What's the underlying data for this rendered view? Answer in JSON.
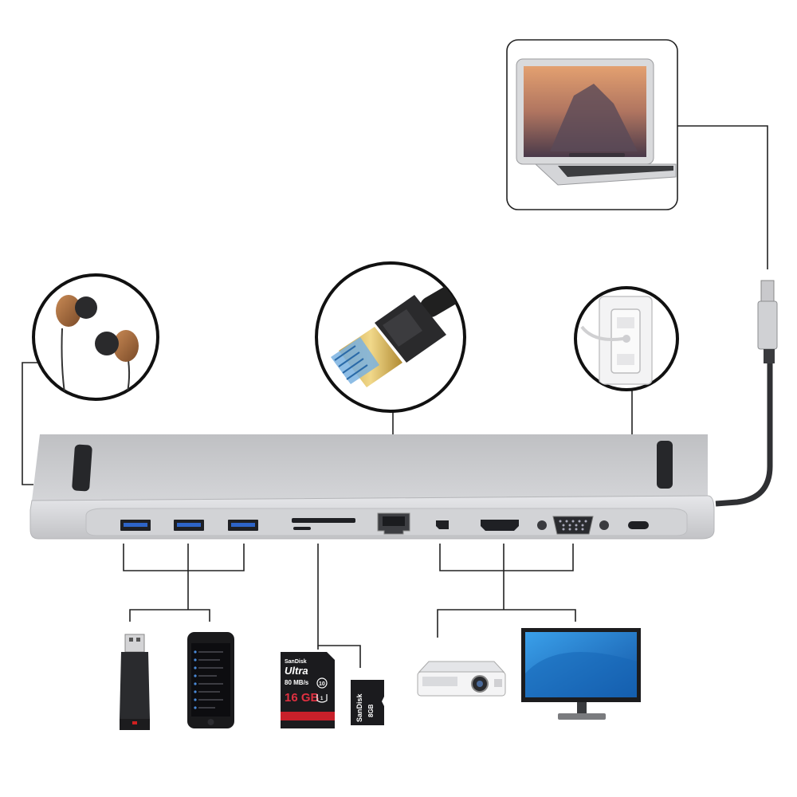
{
  "colors": {
    "hub_body": "#c9cacc",
    "hub_front": "#dcdde0",
    "port_dark": "#202226",
    "usb_blue": "#2e64c8",
    "cable": "#2f3033",
    "line": "#222222",
    "sd_red": "#c8202a",
    "monitor_screen": "#1e7fd0"
  },
  "hub": {
    "ports": [
      {
        "name": "usb-a-1",
        "icon": "usb-a-port-icon"
      },
      {
        "name": "usb-a-2",
        "icon": "usb-a-port-icon"
      },
      {
        "name": "usb-a-3",
        "icon": "usb-a-port-icon"
      },
      {
        "name": "sd-card-slot",
        "icon": "sd-slot-icon"
      },
      {
        "name": "micro-sd-slot",
        "icon": "micro-sd-slot-icon"
      },
      {
        "name": "ethernet-port",
        "icon": "rj45-port-icon"
      },
      {
        "name": "mini-displayport",
        "icon": "mini-dp-port-icon"
      },
      {
        "name": "hdmi-port",
        "icon": "hdmi-port-icon"
      },
      {
        "name": "vga-port",
        "icon": "vga-port-icon"
      },
      {
        "name": "usb-c-port",
        "icon": "usb-c-port-icon"
      }
    ]
  },
  "sd_card": {
    "brand": "SanDisk",
    "line": "Ultra",
    "speed": "80 MB/s",
    "capacity": "16 GB",
    "class_mark": "10",
    "uhs_mark": "1"
  },
  "micro_sd": {
    "brand": "SanDisk",
    "capacity": "8GB"
  },
  "peripherals": [
    {
      "name": "laptop",
      "icon": "laptop-icon"
    },
    {
      "name": "earphones",
      "icon": "earphones-icon"
    },
    {
      "name": "ethernet-cable",
      "icon": "ethernet-cable-icon"
    },
    {
      "name": "power-outlet",
      "icon": "usb-c-power-icon"
    },
    {
      "name": "usb-flash-drive",
      "icon": "usb-flash-drive-icon"
    },
    {
      "name": "smartphone",
      "icon": "smartphone-icon"
    },
    {
      "name": "projector",
      "icon": "projector-icon"
    },
    {
      "name": "monitor",
      "icon": "monitor-icon"
    }
  ]
}
